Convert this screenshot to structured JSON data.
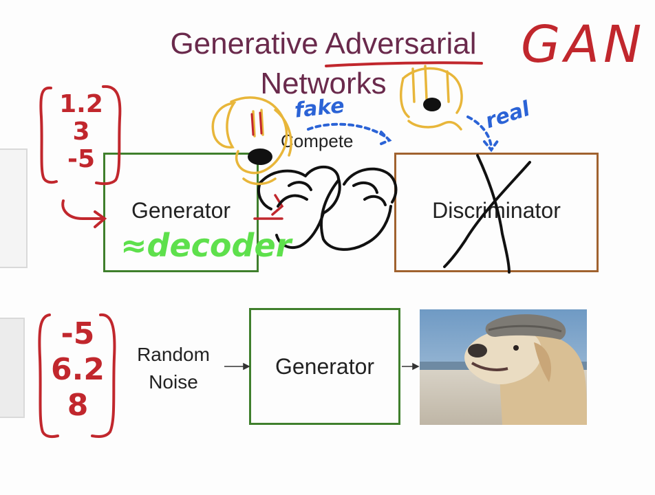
{
  "title": {
    "line1": "Generative Adversarial",
    "line2": "Networks"
  },
  "diagram": {
    "generator_label": "Generator",
    "discriminator_label": "Discriminator",
    "compete_label": "Compete",
    "random_noise_label": "Random\nNoise",
    "generator2_label": "Generator"
  },
  "annotations": {
    "gan": "GAN",
    "fake": "fake",
    "real": "real",
    "decoder": "≈decoder",
    "vector1": [
      "1.2",
      "3",
      "-5"
    ],
    "vector2": [
      "-5",
      "6.2",
      "8"
    ]
  },
  "colors": {
    "title": "#6a2a4c",
    "generator_border": "#3f7f2c",
    "discriminator_border": "#a0622f",
    "ink_red": "#c1272d",
    "ink_blue": "#2b63d6",
    "ink_green": "#5ee04c",
    "ink_yellow": "#e8b63a"
  },
  "icons": [
    "arm-wrestling-icon",
    "dog-photo",
    "eye-doodle-icon"
  ]
}
